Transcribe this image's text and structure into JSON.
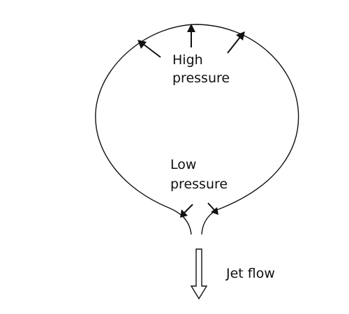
{
  "labels": {
    "high_line1": "High",
    "high_line2": "pressure",
    "low_line1": "Low",
    "low_line2": "pressure",
    "jet": "Jet flow"
  },
  "colors": {
    "ink": "#111111",
    "background": "#ffffff"
  }
}
